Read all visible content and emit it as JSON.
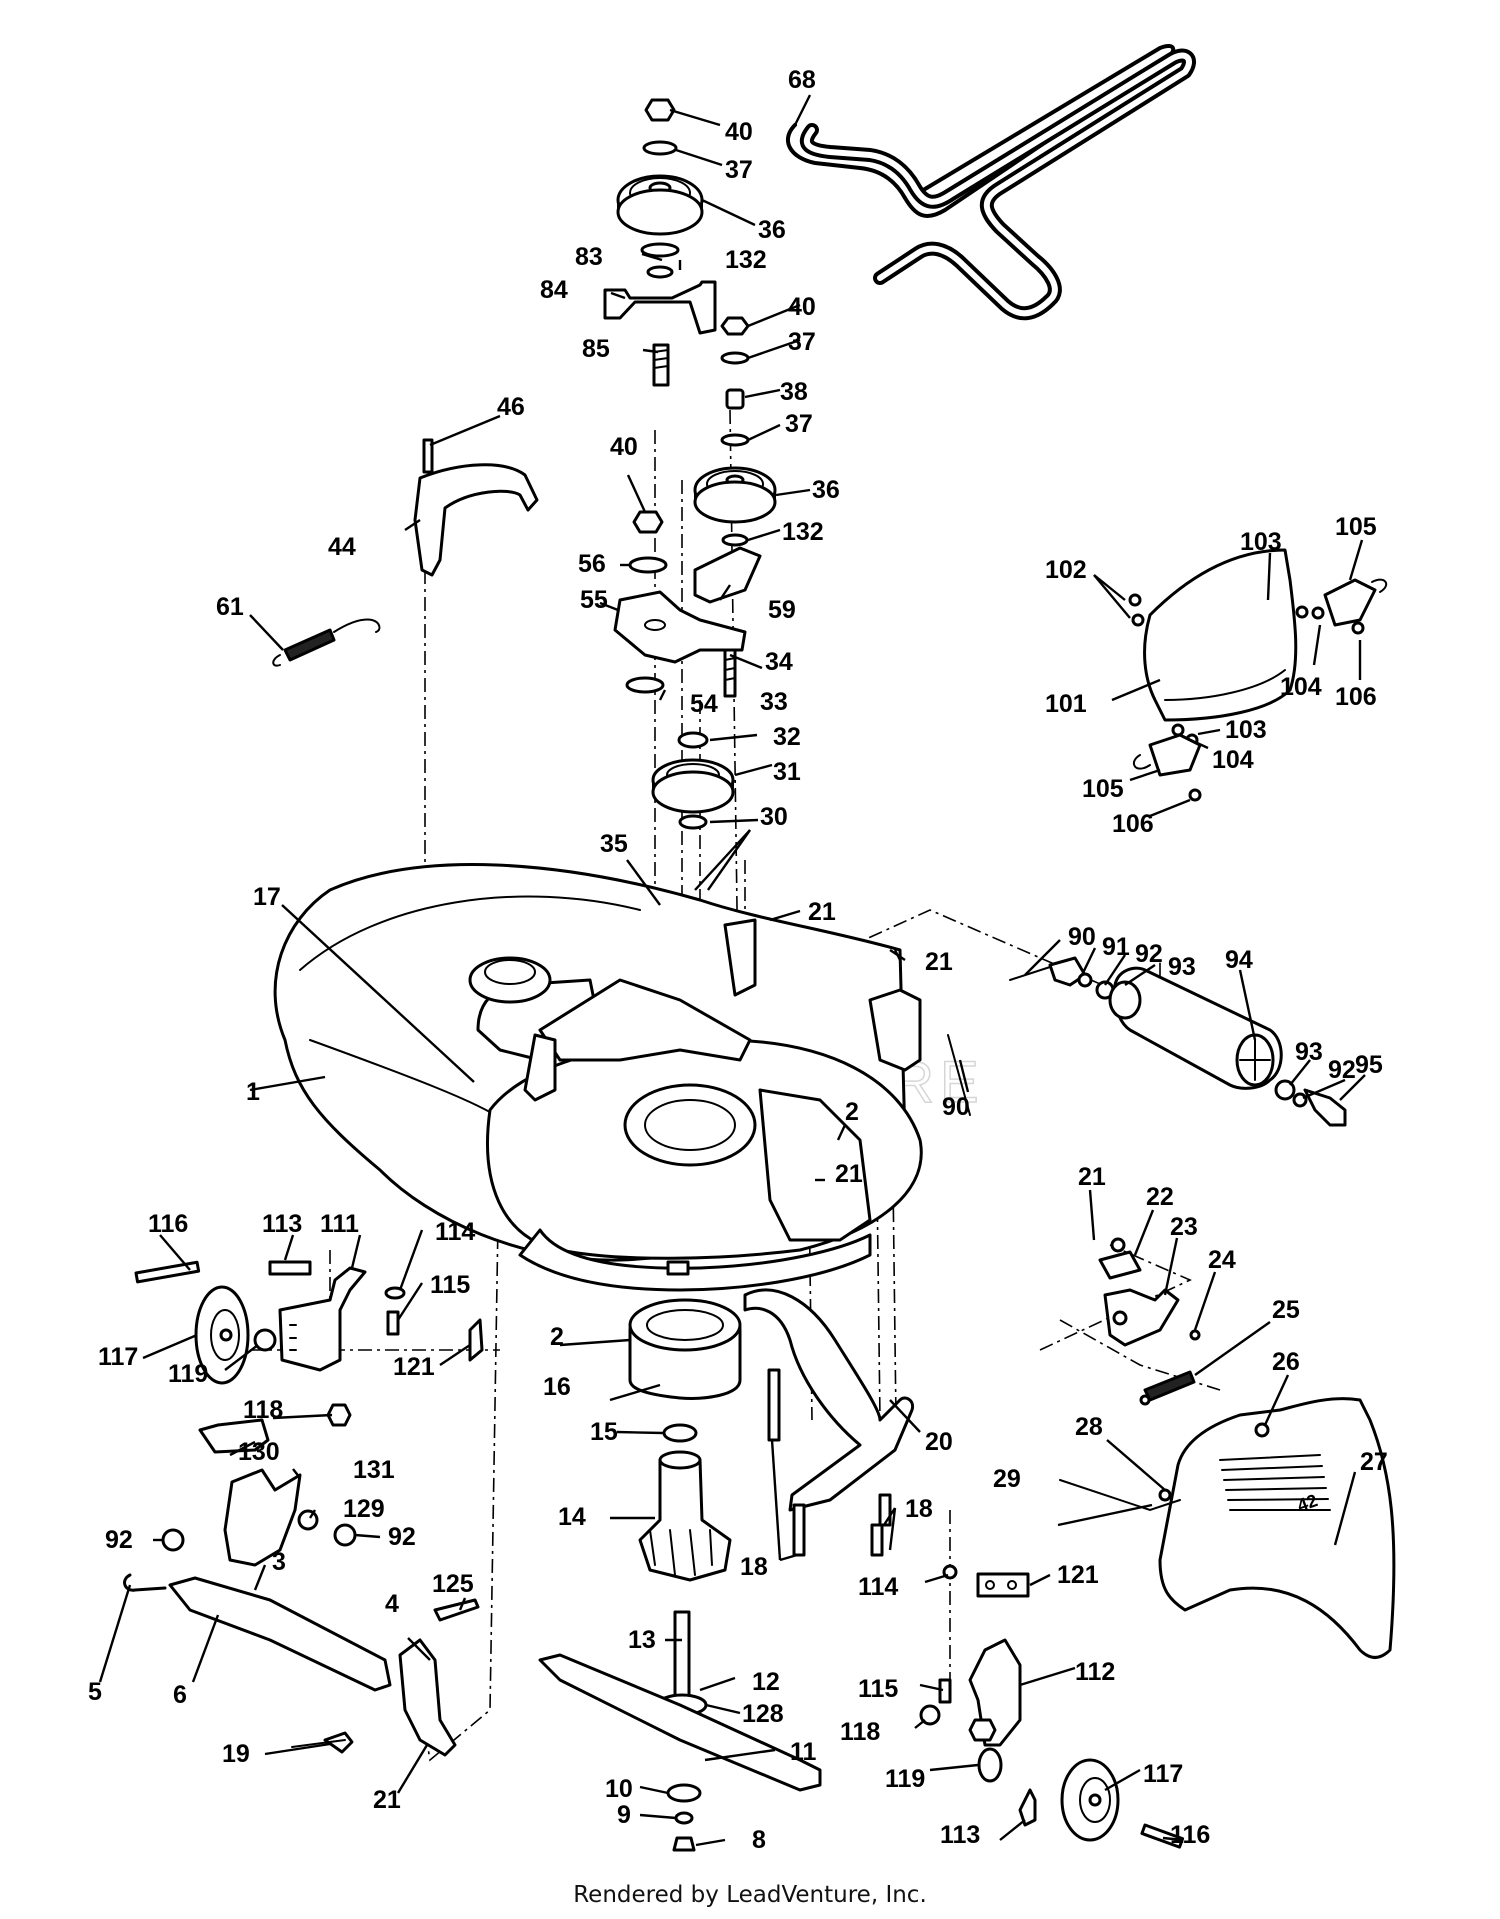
{
  "watermark": "LEADVENTURE",
  "footer": {
    "credit": "Rendered by LeadVenture, Inc."
  },
  "callouts": [
    {
      "id": "c68",
      "label": "68"
    },
    {
      "id": "c40a",
      "label": "40"
    },
    {
      "id": "c37a",
      "label": "37"
    },
    {
      "id": "c36a",
      "label": "36"
    },
    {
      "id": "c83",
      "label": "83"
    },
    {
      "id": "c132a",
      "label": "132"
    },
    {
      "id": "c84",
      "label": "84"
    },
    {
      "id": "c40b",
      "label": "40"
    },
    {
      "id": "c37b",
      "label": "37"
    },
    {
      "id": "c85",
      "label": "85"
    },
    {
      "id": "c38",
      "label": "38"
    },
    {
      "id": "c46",
      "label": "46"
    },
    {
      "id": "c37c",
      "label": "37"
    },
    {
      "id": "c40c",
      "label": "40"
    },
    {
      "id": "c36b",
      "label": "36"
    },
    {
      "id": "c44",
      "label": "44"
    },
    {
      "id": "c132b",
      "label": "132"
    },
    {
      "id": "c56",
      "label": "56"
    },
    {
      "id": "c55",
      "label": "55"
    },
    {
      "id": "c59",
      "label": "59"
    },
    {
      "id": "c61",
      "label": "61"
    },
    {
      "id": "c34",
      "label": "34"
    },
    {
      "id": "c54",
      "label": "54"
    },
    {
      "id": "c33",
      "label": "33"
    },
    {
      "id": "c32",
      "label": "32"
    },
    {
      "id": "c31",
      "label": "31"
    },
    {
      "id": "c30",
      "label": "30"
    },
    {
      "id": "c35",
      "label": "35"
    },
    {
      "id": "c17",
      "label": "17"
    },
    {
      "id": "c21a",
      "label": "21"
    },
    {
      "id": "c21b",
      "label": "21"
    },
    {
      "id": "c1",
      "label": "1"
    },
    {
      "id": "c90a",
      "label": "90"
    },
    {
      "id": "c2a",
      "label": "2"
    },
    {
      "id": "c21c",
      "label": "21"
    },
    {
      "id": "c102",
      "label": "102"
    },
    {
      "id": "c103a",
      "label": "103"
    },
    {
      "id": "c105a",
      "label": "105"
    },
    {
      "id": "c101",
      "label": "101"
    },
    {
      "id": "c104a",
      "label": "104"
    },
    {
      "id": "c106a",
      "label": "106"
    },
    {
      "id": "c103b",
      "label": "103"
    },
    {
      "id": "c104b",
      "label": "104"
    },
    {
      "id": "c105b",
      "label": "105"
    },
    {
      "id": "c106b",
      "label": "106"
    },
    {
      "id": "c90b",
      "label": "90"
    },
    {
      "id": "c91",
      "label": "91"
    },
    {
      "id": "c92a",
      "label": "92"
    },
    {
      "id": "c93a",
      "label": "93"
    },
    {
      "id": "c94",
      "label": "94"
    },
    {
      "id": "c93b",
      "label": "93"
    },
    {
      "id": "c92b",
      "label": "92"
    },
    {
      "id": "c95",
      "label": "95"
    },
    {
      "id": "c116a",
      "label": "116"
    },
    {
      "id": "c113a",
      "label": "113"
    },
    {
      "id": "c111",
      "label": "111"
    },
    {
      "id": "c114a",
      "label": "114"
    },
    {
      "id": "c115a",
      "label": "115"
    },
    {
      "id": "c117a",
      "label": "117"
    },
    {
      "id": "c119a",
      "label": "119"
    },
    {
      "id": "c121a",
      "label": "121"
    },
    {
      "id": "c118a",
      "label": "118"
    },
    {
      "id": "c2b",
      "label": "2"
    },
    {
      "id": "c16",
      "label": "16"
    },
    {
      "id": "c15",
      "label": "15"
    },
    {
      "id": "c14",
      "label": "14"
    },
    {
      "id": "c20",
      "label": "20"
    },
    {
      "id": "c18a",
      "label": "18"
    },
    {
      "id": "c18b",
      "label": "18"
    },
    {
      "id": "c130",
      "label": "130"
    },
    {
      "id": "c131",
      "label": "131"
    },
    {
      "id": "c129",
      "label": "129"
    },
    {
      "id": "c92c",
      "label": "92"
    },
    {
      "id": "c92d",
      "label": "92"
    },
    {
      "id": "c3",
      "label": "3"
    },
    {
      "id": "c125",
      "label": "125"
    },
    {
      "id": "c4",
      "label": "4"
    },
    {
      "id": "c5",
      "label": "5"
    },
    {
      "id": "c6",
      "label": "6"
    },
    {
      "id": "c19",
      "label": "19"
    },
    {
      "id": "c21d",
      "label": "21"
    },
    {
      "id": "c13",
      "label": "13"
    },
    {
      "id": "c12",
      "label": "12"
    },
    {
      "id": "c128",
      "label": "128"
    },
    {
      "id": "c11",
      "label": "11"
    },
    {
      "id": "c10",
      "label": "10"
    },
    {
      "id": "c9",
      "label": "9"
    },
    {
      "id": "c8",
      "label": "8"
    },
    {
      "id": "c21e",
      "label": "21"
    },
    {
      "id": "c22",
      "label": "22"
    },
    {
      "id": "c23",
      "label": "23"
    },
    {
      "id": "c24",
      "label": "24"
    },
    {
      "id": "c25",
      "label": "25"
    },
    {
      "id": "c26",
      "label": "26"
    },
    {
      "id": "c28",
      "label": "28"
    },
    {
      "id": "c27",
      "label": "27"
    },
    {
      "id": "c29",
      "label": "29"
    },
    {
      "id": "c114b",
      "label": "114"
    },
    {
      "id": "c121b",
      "label": "121"
    },
    {
      "id": "c115b",
      "label": "115"
    },
    {
      "id": "c112",
      "label": "112"
    },
    {
      "id": "c118b",
      "label": "118"
    },
    {
      "id": "c119b",
      "label": "119"
    },
    {
      "id": "c117b",
      "label": "117"
    },
    {
      "id": "c113b",
      "label": "113"
    },
    {
      "id": "c116b",
      "label": "116"
    }
  ]
}
